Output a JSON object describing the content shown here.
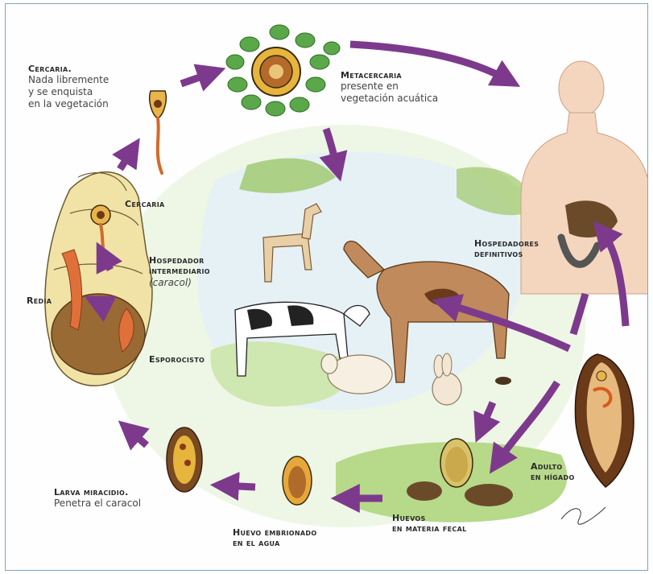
{
  "labels": {
    "cercaria_top_title": "Cercaria.",
    "cercaria_top_line1": "Nada libremente",
    "cercaria_top_line2": "y se enquista",
    "cercaria_top_line3": "en la vegetación",
    "metacercaria_title": "Metacercaria",
    "metacercaria_line1": "presente en",
    "metacercaria_line2": "vegetación acuática",
    "cercaria_snail": "Cercaria",
    "hospedador_int_line1": "Hospedador",
    "hospedador_int_line2": "intermediario",
    "hospedador_int_line3": "(caracol)",
    "redia": "Redia",
    "esporocisto": "Esporocisto",
    "hospedadores_def_line1": "Hospedadores",
    "hospedadores_def_line2": "definitivos",
    "adulto_line1": "Adulto",
    "adulto_line2": "en hígado",
    "huevos_line1": "Huevos",
    "huevos_line2": "en materia fecal",
    "huevo_emb_line1": "Huevo embrionado",
    "huevo_emb_line2": "en el agua",
    "larva_title": "Larva miracidio.",
    "larva_line1": "Penetra el caracol"
  },
  "colors": {
    "arrow": "#7d3a8c",
    "water": "#cfe3ee",
    "grass": "#9cc86a"
  }
}
